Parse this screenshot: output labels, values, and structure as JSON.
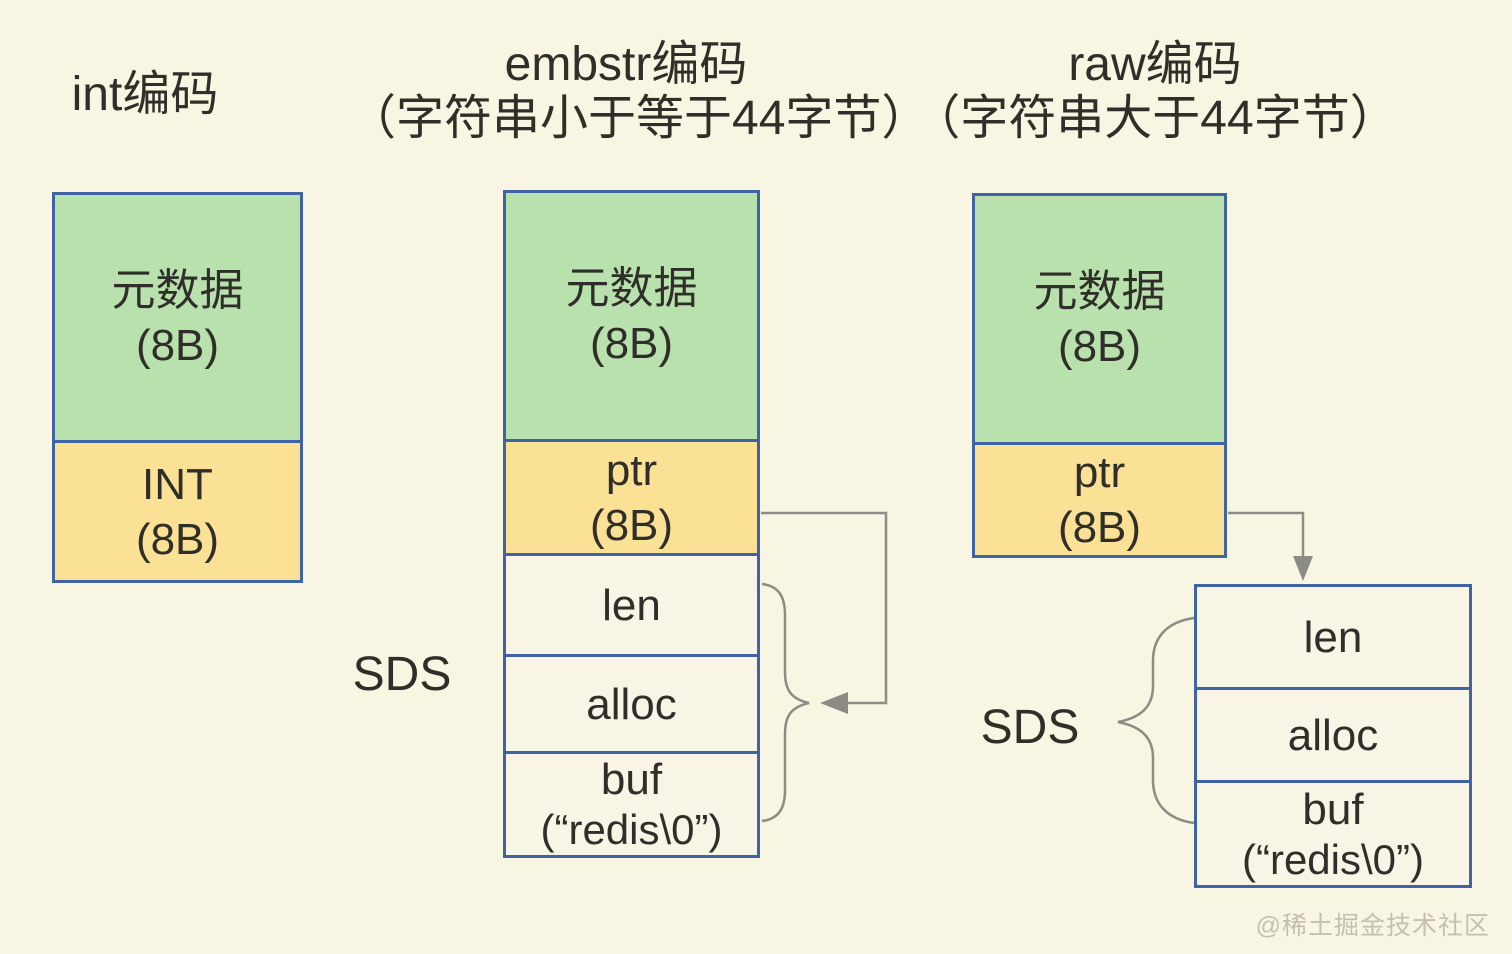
{
  "colors": {
    "background": "#f8f5e2",
    "box_green": "#b9e1ae",
    "box_yellow": "#fae195",
    "box_border": "#4063a3",
    "box_fill": "#f8f5e7",
    "connector": "#8c8c84",
    "text": "#2f2e29",
    "watermark": "#c3bdab"
  },
  "columns": {
    "int": {
      "title": "int编码",
      "cells": {
        "meta": {
          "line1": "元数据",
          "line2": "(8B)"
        },
        "value": {
          "line1": "INT",
          "line2": "(8B)"
        }
      }
    },
    "embstr": {
      "title_line1": "embstr编码",
      "title_line2": "（字符串小于等于44字节）",
      "sds_label": "SDS",
      "cells": {
        "meta": {
          "line1": "元数据",
          "line2": "(8B)"
        },
        "ptr": {
          "line1": "ptr",
          "line2": "(8B)"
        },
        "len": "len",
        "alloc": "alloc",
        "buf": {
          "line1": "buf",
          "line2": "(“redis\\0”)"
        }
      }
    },
    "raw": {
      "title_line1": "raw编码",
      "title_line2": "（字符串大于44字节）",
      "sds_label": "SDS",
      "cells": {
        "meta": {
          "line1": "元数据",
          "line2": "(8B)"
        },
        "ptr": {
          "line1": "ptr",
          "line2": "(8B)"
        },
        "len": "len",
        "alloc": "alloc",
        "buf": {
          "line1": "buf",
          "line2": "(“redis\\0”)"
        }
      }
    }
  },
  "watermark": "@稀土掘金技术社区"
}
